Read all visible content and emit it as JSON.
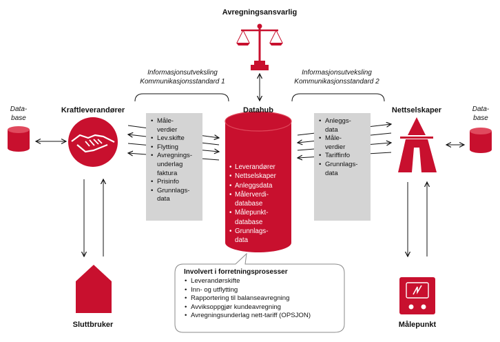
{
  "actors": {
    "avregningsansvarlig": "Avregningsansvarlig",
    "kraftleverandorer": "Kraftleverandører",
    "datahub": "Datahub",
    "nettselskaper": "Nettselskaper",
    "sluttbruker": "Sluttbruker",
    "malepunkt": "Målepunkt"
  },
  "standards": {
    "left": {
      "line1": "Informasjonsutveksling",
      "line2": "Kommunikasjonsstandard 1"
    },
    "right": {
      "line1": "Informasjonsutveksling",
      "line2": "Kommunikasjonsstandard 2"
    }
  },
  "database": {
    "left": {
      "line1": "Data-",
      "line2": "base"
    },
    "right": {
      "line1": "Data-",
      "line2": "base"
    }
  },
  "left_box_items": [
    [
      "Måle-",
      "verdier"
    ],
    [
      "Lev.skifte"
    ],
    [
      "Flytting"
    ],
    [
      "Avregnings-",
      "underlag",
      "faktura"
    ],
    [
      "Prisinfo"
    ],
    [
      "Grunnlags-",
      "data"
    ]
  ],
  "right_box_items": [
    [
      "Anleggs-",
      "data"
    ],
    [
      "Måle-",
      "verdier"
    ],
    [
      "Tariffinfo"
    ],
    [
      "Grunnlags-",
      "data"
    ]
  ],
  "datahub_items": [
    [
      "Leverandører"
    ],
    [
      "Nettselskaper"
    ],
    [
      "Anleggsdata"
    ],
    [
      "Målerverdi-",
      "database"
    ],
    [
      "Målepunkt-",
      "database"
    ],
    [
      "Grunnlags-",
      "data"
    ]
  ],
  "processes": {
    "title": "Involvert i forretningsprosesser",
    "items": [
      "Leverandørskifte",
      "Inn- og utflytting",
      "Rapportering til balanseavregning",
      "Avviksoppgjør kundeavregning",
      "Avregningsunderlag nett-tariff (OPSJON)"
    ]
  },
  "colors": {
    "accent": "#c8102e",
    "box_grey": "#d4d4d4"
  }
}
